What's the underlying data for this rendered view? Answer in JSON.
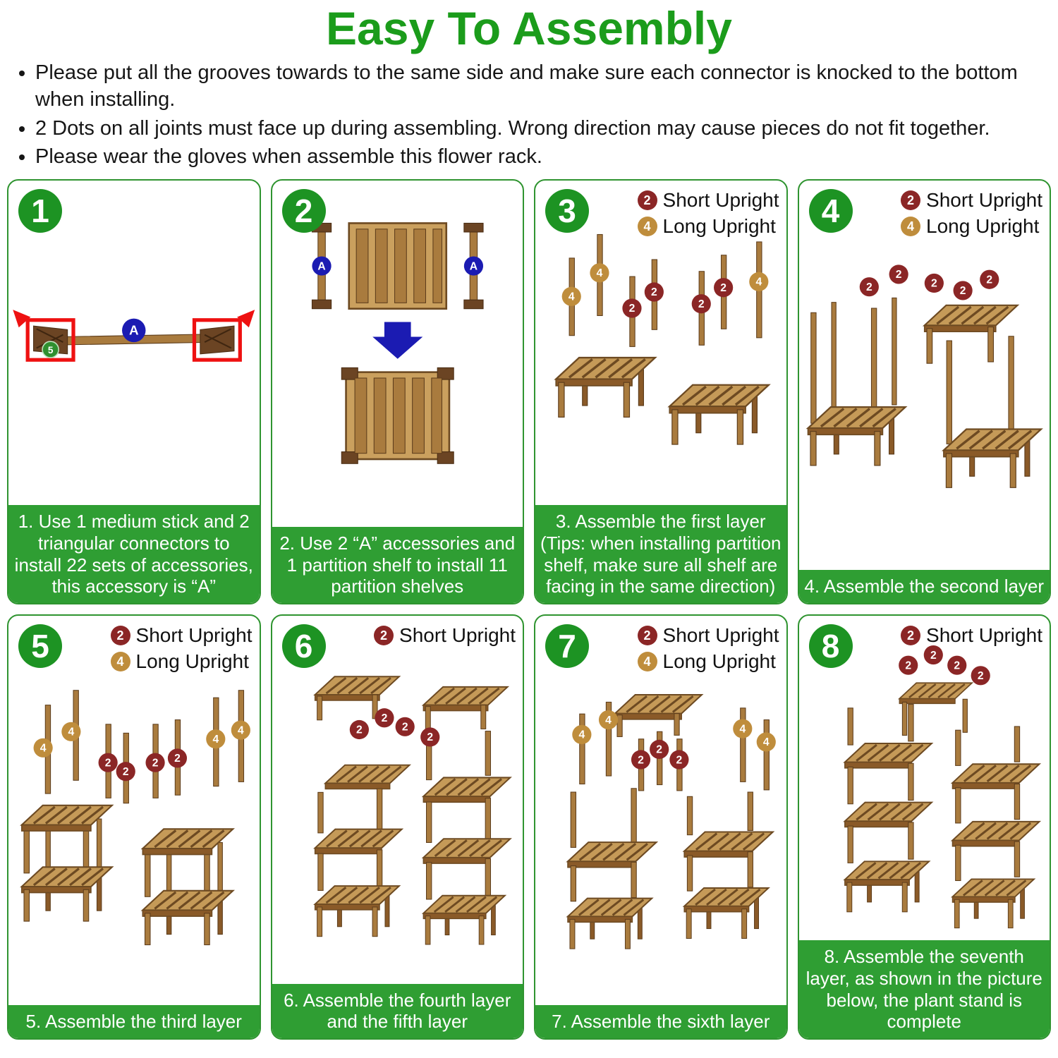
{
  "title": "Easy To Assembly",
  "bullets": [
    "Please put all the grooves towards to the same side and make sure each connector is knocked to the bottom when installing.",
    "2 Dots on all joints must face up during assembling. Wrong direction may cause pieces do not fit together.",
    "Please wear the gloves when assemble this flower rack."
  ],
  "colors": {
    "title_green": "#1b9c1b",
    "caption_green": "#2f9e33",
    "short_upright_red": "#8b2626",
    "long_upright_tan": "#bf8d3c",
    "accessory_blue": "#1b1bb2"
  },
  "legend": {
    "short": {
      "num": "2",
      "label": "Short Upright"
    },
    "long": {
      "num": "4",
      "label": "Long Upright"
    }
  },
  "marks": {
    "a": "A",
    "five": "5"
  },
  "panels": [
    {
      "number": "1",
      "caption": "1. Use 1 medium stick and 2 triangular connectors to install 22 sets of accessories, this accessory is “A”"
    },
    {
      "number": "2",
      "caption": "2. Use 2 “A” accessories and 1 partition shelf to install 11 partition shelves"
    },
    {
      "number": "3",
      "caption": "3. Assemble the first layer (Tips: when installing partition shelf, make sure all shelf are facing in the same direction)"
    },
    {
      "number": "4",
      "caption": "4. Assemble the second layer"
    },
    {
      "number": "5",
      "caption": "5. Assemble the third layer"
    },
    {
      "number": "6",
      "caption": "6. Assemble the fourth layer and the fifth layer"
    },
    {
      "number": "7",
      "caption": "7. Assemble the sixth layer"
    },
    {
      "number": "8",
      "caption": "8. Assemble the seventh layer, as shown in the picture below, the plant stand is complete"
    }
  ]
}
